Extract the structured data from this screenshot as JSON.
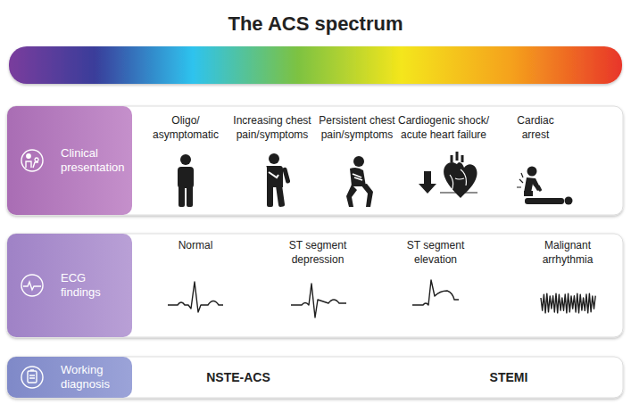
{
  "diagram": {
    "title": "The ACS spectrum",
    "nodes": [
      {
        "text": [
          "Clinical presentation"
        ]
      },
      {
        "text": [
          "Oligo/ asymptomatic",
          "Increasing chest pain/symptoms",
          "Persistent chest pain/symptoms",
          "Cardiogenic shock/ acute heart failure",
          "Cardiac arrest"
        ]
      },
      {
        "text": [
          "ECG findings"
        ]
      },
      {
        "text": [
          "Normal",
          "ST segment depression",
          "ST segment elevation",
          "Malignant arrhythmia"
        ]
      },
      {
        "text": [
          "Working diagnosis"
        ]
      },
      {
        "text": [
          "NSTE-ACS",
          "STEMI"
        ]
      }
    ]
  }
}
